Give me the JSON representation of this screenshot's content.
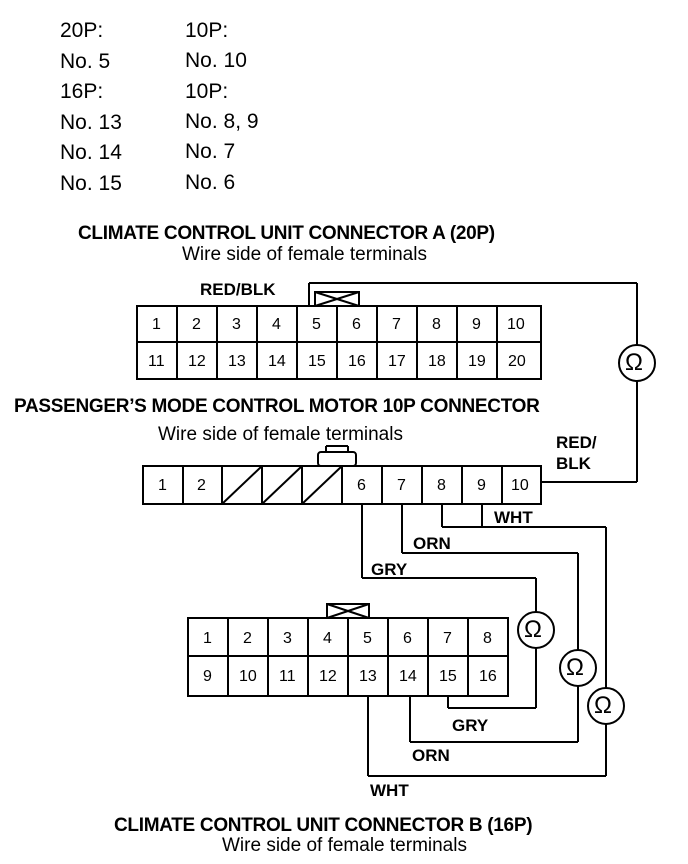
{
  "pin_table": {
    "col1": [
      "20P:",
      "No. 5",
      "16P:",
      "No. 13",
      "No. 14",
      "No. 15"
    ],
    "col2": [
      "10P:",
      "No. 10",
      "10P:",
      "No. 8, 9",
      "No. 7",
      "No. 6"
    ]
  },
  "connector_a": {
    "title": "CLIMATE CONTROL UNIT CONNECTOR A (20P)",
    "subtitle": "Wire side of female terminals",
    "wire_label": "RED/BLK",
    "row1": [
      "1",
      "2",
      "3",
      "4",
      "5",
      "6",
      "7",
      "8",
      "9",
      "10"
    ],
    "row2": [
      "11",
      "12",
      "13",
      "14",
      "15",
      "16",
      "17",
      "18",
      "19",
      "20"
    ]
  },
  "motor_connector": {
    "title": "PASSENGER’S MODE CONTROL MOTOR 10P CONNECTOR",
    "subtitle": "Wire side of female terminals",
    "wire_label_line1": "RED/",
    "wire_label_line2": "BLK",
    "cells": [
      "1",
      "2",
      "",
      "",
      "",
      "6",
      "7",
      "8",
      "9",
      "10"
    ]
  },
  "connector_b": {
    "title": "CLIMATE CONTROL UNIT CONNECTOR B (16P)",
    "subtitle": "Wire side of female terminals",
    "row1": [
      "1",
      "2",
      "3",
      "4",
      "5",
      "6",
      "7",
      "8"
    ],
    "row2": [
      "9",
      "10",
      "11",
      "12",
      "13",
      "14",
      "15",
      "16"
    ]
  },
  "wire_labels": {
    "wht_top": "WHT",
    "orn_top": "ORN",
    "gry_top": "GRY",
    "gry_bottom": "GRY",
    "orn_bottom": "ORN",
    "wht_bottom": "WHT"
  },
  "meter_symbol": "Ω"
}
